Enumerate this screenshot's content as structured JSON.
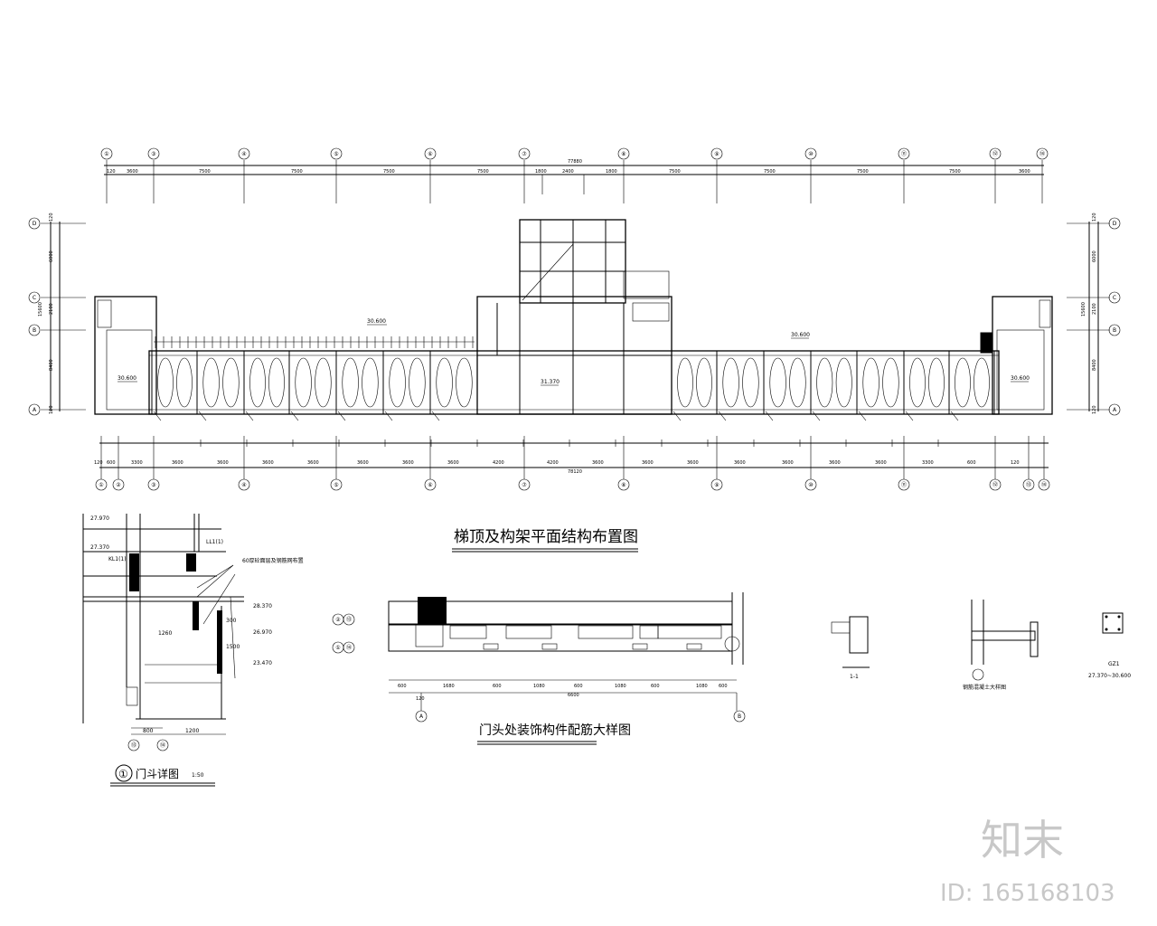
{
  "plan": {
    "title": "梯顶及构架平面结构布置图",
    "total_top": "77880",
    "total_bottom": "78120",
    "axes_top": [
      "①",
      "③",
      "④",
      "⑤",
      "⑥",
      "⑦",
      "⑧",
      "⑨",
      "⑩",
      "⑪",
      "⑫",
      "⑭"
    ],
    "axes_bottom": [
      "①",
      "②",
      "③",
      "④",
      "⑤",
      "⑥",
      "⑦",
      "⑧",
      "⑨",
      "⑩",
      "⑪",
      "⑫",
      "⑬",
      "⑭"
    ],
    "axes_side": [
      "D",
      "C",
      "B",
      "A"
    ],
    "dims_top": [
      "120",
      "3600",
      "7500",
      "7500",
      "7500",
      "7500",
      "1800",
      "2400",
      "1800",
      "7500",
      "7500",
      "7500",
      "7500",
      "3600"
    ],
    "dims_bottom": [
      "120",
      "600",
      "3300",
      "3600",
      "3600",
      "3600",
      "3600",
      "3600",
      "3600",
      "3600",
      "4200",
      "4200",
      "3600",
      "3600",
      "3600",
      "3600",
      "3600",
      "3600",
      "3600",
      "3300",
      "600",
      "120"
    ],
    "dims_side": [
      "120",
      "6000",
      "2100",
      "8400",
      "15600",
      "120"
    ],
    "elevations": [
      "30.600",
      "30.600",
      "31.370",
      "30.600",
      "30.600"
    ]
  },
  "detail1": {
    "title": "门斗详图",
    "scale": "1:50",
    "number": "①",
    "elevations": [
      "27.970",
      "27.370",
      "28.370",
      "26.970",
      "23.470"
    ],
    "labels": [
      "KL1(1)",
      "LL1(1)",
      "60厚砼面层及钢筋网布置"
    ],
    "dims": [
      "1260",
      "300",
      "1500",
      "800",
      "1200"
    ],
    "axes": [
      "⑬",
      "⑭"
    ]
  },
  "detail2": {
    "title": "门头处装饰构件配筋大样图",
    "dims": [
      "600",
      "1680",
      "600",
      "1080",
      "600",
      "1080",
      "600",
      "1080",
      "6600",
      "120",
      "600"
    ],
    "axes": [
      "A",
      "B",
      "②",
      "⑬",
      "①",
      "⑭"
    ]
  },
  "sections": {
    "s1": "1-1",
    "s2": "钢筋混凝土大样图",
    "gz_name": "GZ1",
    "gz_range": "27.370~30.600"
  },
  "watermark": {
    "brand": "知末",
    "id": "ID: 165168103"
  }
}
